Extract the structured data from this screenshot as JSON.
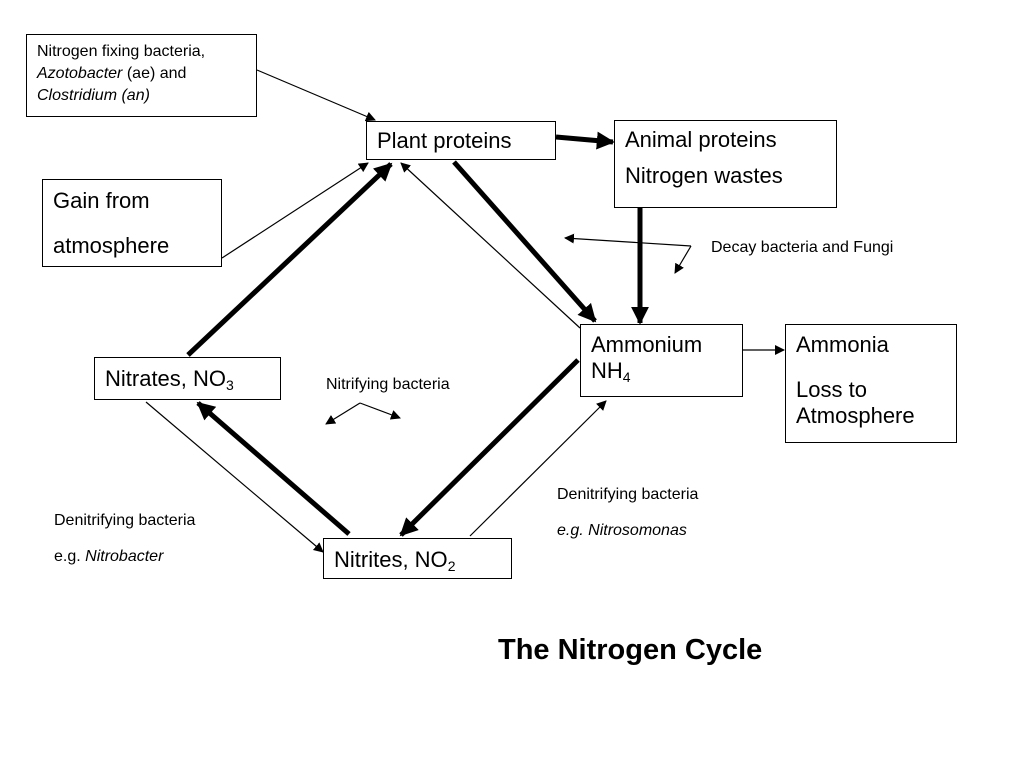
{
  "boxes": {
    "fixing_bacteria": {
      "line1": "Nitrogen fixing bacteria,",
      "line2_italic": "Azotobacter",
      "line2_rest": " (ae) and",
      "line3": "Clostridium (an)"
    },
    "plant_proteins": "Plant proteins",
    "animal": {
      "line1": "Animal proteins",
      "line2": "Nitrogen wastes"
    },
    "gain": {
      "line1": "Gain from",
      "line2": "atmosphere"
    },
    "ammonium": {
      "line1": "Ammonium",
      "line2_base": "NH",
      "line2_sub": "4"
    },
    "ammonia": {
      "line1": "Ammonia",
      "line2": "Loss to",
      "line3": "Atmosphere"
    },
    "nitrates": {
      "base": "Nitrates, NO",
      "sub": "3"
    },
    "nitrites": {
      "base": "Nitrites, NO",
      "sub": "2"
    }
  },
  "labels": {
    "decay": "Decay bacteria and Fungi",
    "nitrifying": "Nitrifying bacteria",
    "denitrifying_left": {
      "line1": "Denitrifying bacteria",
      "prefix": "e.g. ",
      "italic": "Nitrobacter"
    },
    "denitrifying_right": {
      "line1": "Denitrifying bacteria",
      "italic": "e.g. Nitrosomonas"
    }
  },
  "title": "The Nitrogen Cycle"
}
